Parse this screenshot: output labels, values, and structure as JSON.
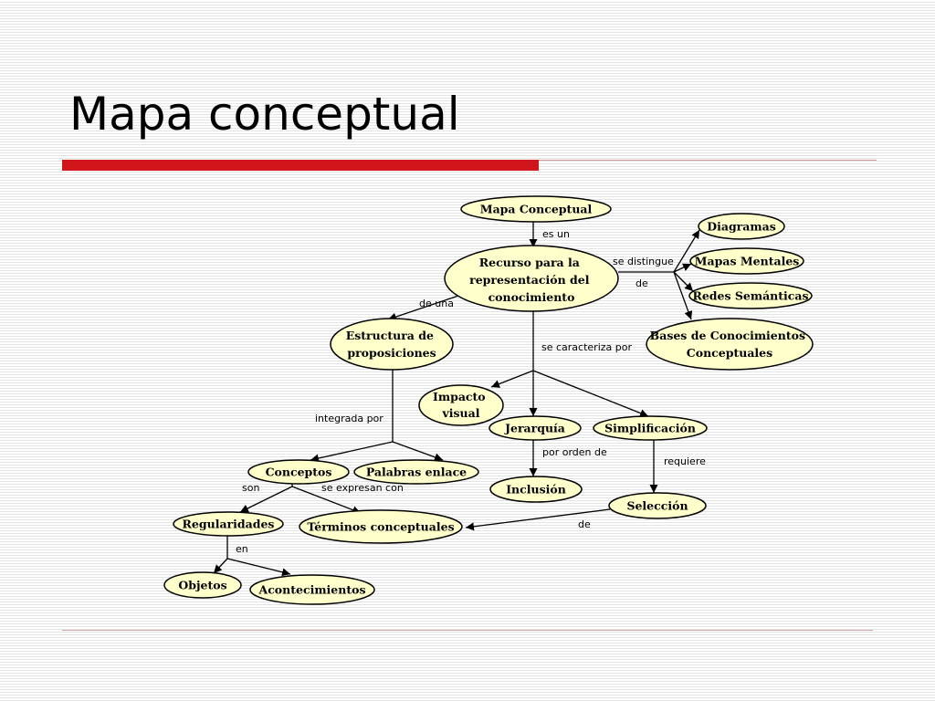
{
  "slide": {
    "title": "Mapa conceptual"
  },
  "nodes": {
    "mapa_conceptual": [
      "Mapa Conceptual"
    ],
    "recurso": [
      "Recurso para la",
      "representación del",
      "conocimiento"
    ],
    "diagramas": [
      "Diagramas"
    ],
    "mapas_mentales": [
      "Mapas Mentales"
    ],
    "redes_semanticas": [
      "Redes Semánticas"
    ],
    "bases_conocimientos": [
      "Bases de Conocimientos",
      "Conceptuales"
    ],
    "estructura": [
      "Estructura de",
      "proposiciones"
    ],
    "impacto_visual": [
      "Impacto",
      "visual"
    ],
    "jerarquia": [
      "Jerarquía"
    ],
    "simplificacion": [
      "Simplificación"
    ],
    "conceptos": [
      "Conceptos"
    ],
    "palabras_enlace": [
      "Palabras enlace"
    ],
    "inclusion": [
      "Inclusión"
    ],
    "seleccion": [
      "Selección"
    ],
    "regularidades": [
      "Regularidades"
    ],
    "terminos_conceptuales": [
      "Términos conceptuales"
    ],
    "objetos": [
      "Objetos"
    ],
    "acontecimientos": [
      "Acontecimientos"
    ]
  },
  "links": {
    "es_un": "es un",
    "se_distingue": "se distingue",
    "de_distingue": "de",
    "de_una": "de una",
    "se_caracteriza_por": "se caracteriza por",
    "integrada_por": "integrada por",
    "por_orden_de": "por orden de",
    "requiere": "requiere",
    "son": "son",
    "se_expresan_con": "se expresan con",
    "de_seleccion": "de",
    "en": "en"
  }
}
